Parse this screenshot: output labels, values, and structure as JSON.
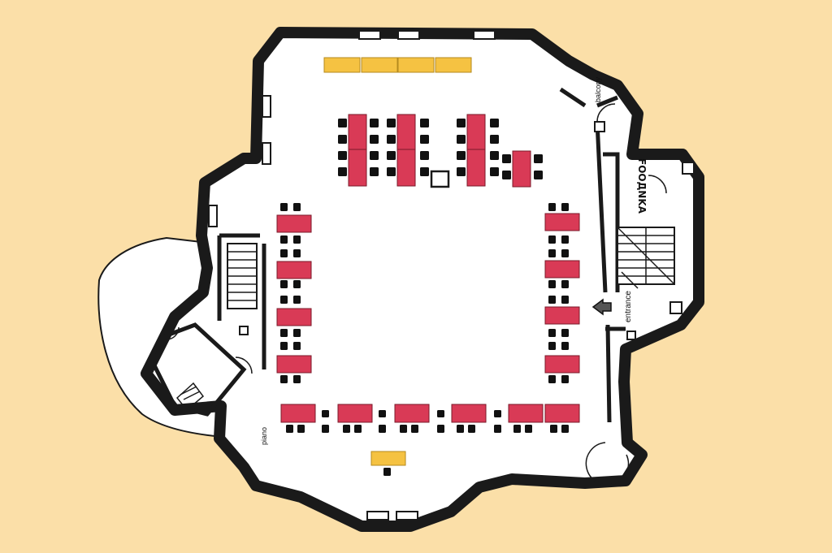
{
  "colors": {
    "background": "#fbdfa8",
    "wall": "#1a1a1a",
    "floor": "#ffffff",
    "table": "#d93a56",
    "table_outline": "#7a1a2a",
    "stage_table": "#f5c242",
    "chair": "#111111"
  },
  "labels": {
    "balcony": "balcony",
    "foodnika": "FOOДNKA",
    "entrance": "entrance",
    "piano": "piano"
  },
  "icons": {
    "entrance_arrow": "arrow-left-icon"
  }
}
